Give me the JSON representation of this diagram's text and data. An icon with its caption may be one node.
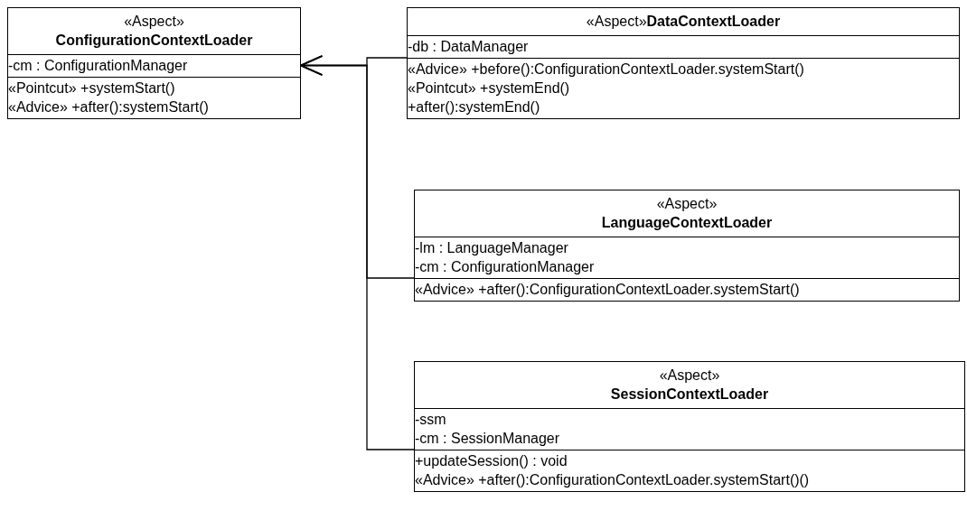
{
  "diagram": {
    "nodes": [
      {
        "text": [],
        "shape": "box"
      },
      {
        "text": [
          "«Aspect»",
          "ConfigurationContextLoader"
        ],
        "in": 0
      },
      {
        "text": [
          "-cm : ConfigurationManager"
        ],
        "in": 0
      },
      {
        "text": [
          "«Pointcut» +systemStart()",
          "«Advice» +after():systemStart()"
        ],
        "in": 0
      },
      {
        "text": [],
        "shape": "box"
      },
      {
        "text": [
          "«Aspect»**DataContextLoader**"
        ],
        "in": 4
      },
      {
        "text": [
          "-db : DataManager"
        ],
        "in": 4
      },
      {
        "text": [
          "«Advice» +before():ConfigurationContextLoader.systemStart()",
          "«Pointcut» +systemEnd()",
          "+after():systemEnd()"
        ],
        "in": 4
      },
      {
        "text": [],
        "shape": "box"
      },
      {
        "text": [
          "«Aspect»",
          "LanguageContextLoader"
        ],
        "in": 8
      },
      {
        "text": [
          "-lm : LanguageManager",
          "-cm : ConfigurationManager"
        ],
        "in": 8
      },
      {
        "text": [
          "«Advice» +after():ConfigurationContextLoader.systemStart()"
        ],
        "in": 8
      },
      {
        "text": [],
        "shape": "box"
      },
      {
        "text": [
          "«Aspect»",
          "SessionContextLoader"
        ],
        "in": 12
      },
      {
        "text": [
          "-ssm",
          "-cm : SessionManager"
        ],
        "in": 12
      },
      {
        "text": [
          "+updateSession() : void",
          "«Advice» +after():ConfigurationContextLoader.systemStart()()"
        ],
        "in": 12
      }
    ],
    "edges": [
      {
        "from": 4,
        "to": 0,
        "arrow": "to"
      },
      {
        "from": 8,
        "to": 0,
        "arrow": "to"
      },
      {
        "from": 12,
        "to": 0,
        "arrow": "to"
      }
    ]
  }
}
